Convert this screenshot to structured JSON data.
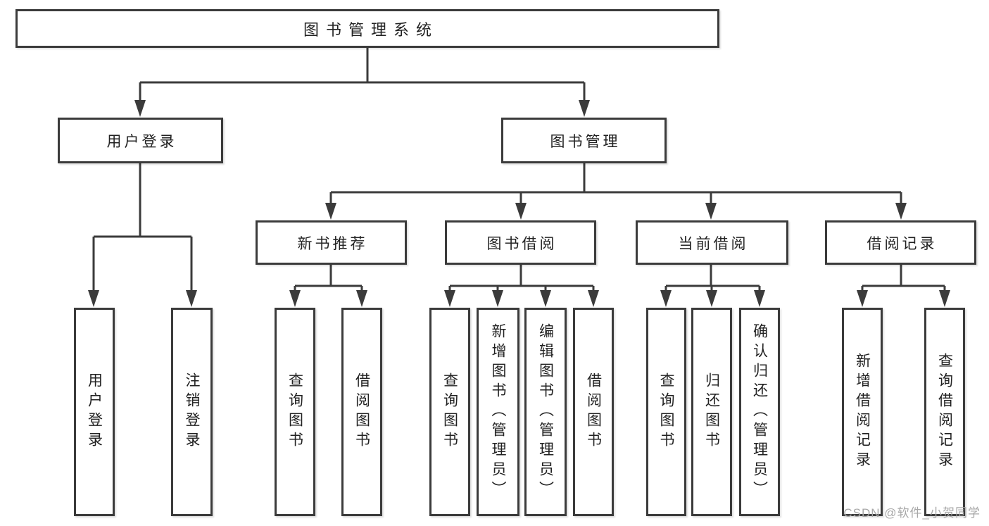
{
  "diagram": {
    "root": {
      "label": "图书管理系统"
    },
    "branches": [
      {
        "label": "用户登录",
        "children": [
          {
            "label": "用户登录"
          },
          {
            "label": "注销登录"
          }
        ]
      },
      {
        "label": "图书管理",
        "children": [
          {
            "label": "新书推荐",
            "children": [
              {
                "label": "查询图书"
              },
              {
                "label": "借阅图书"
              }
            ]
          },
          {
            "label": "图书借阅",
            "children": [
              {
                "label": "查询图书"
              },
              {
                "label": "新增图书（管理员）"
              },
              {
                "label": "编辑图书（管理员）"
              },
              {
                "label": "借阅图书"
              }
            ]
          },
          {
            "label": "当前借阅",
            "children": [
              {
                "label": "查询图书"
              },
              {
                "label": "归还图书"
              },
              {
                "label": "确认归还（管理员）"
              }
            ]
          },
          {
            "label": "借阅记录",
            "children": [
              {
                "label": "新增借阅记录"
              },
              {
                "label": "查询借阅记录"
              }
            ]
          }
        ]
      }
    ]
  },
  "watermark": {
    "text": "CSDN @软件_小贺同学"
  },
  "colors": {
    "line": "#3b3b3b",
    "text": "#222222",
    "watermark": "#a8a8a8",
    "background": "#ffffff"
  }
}
